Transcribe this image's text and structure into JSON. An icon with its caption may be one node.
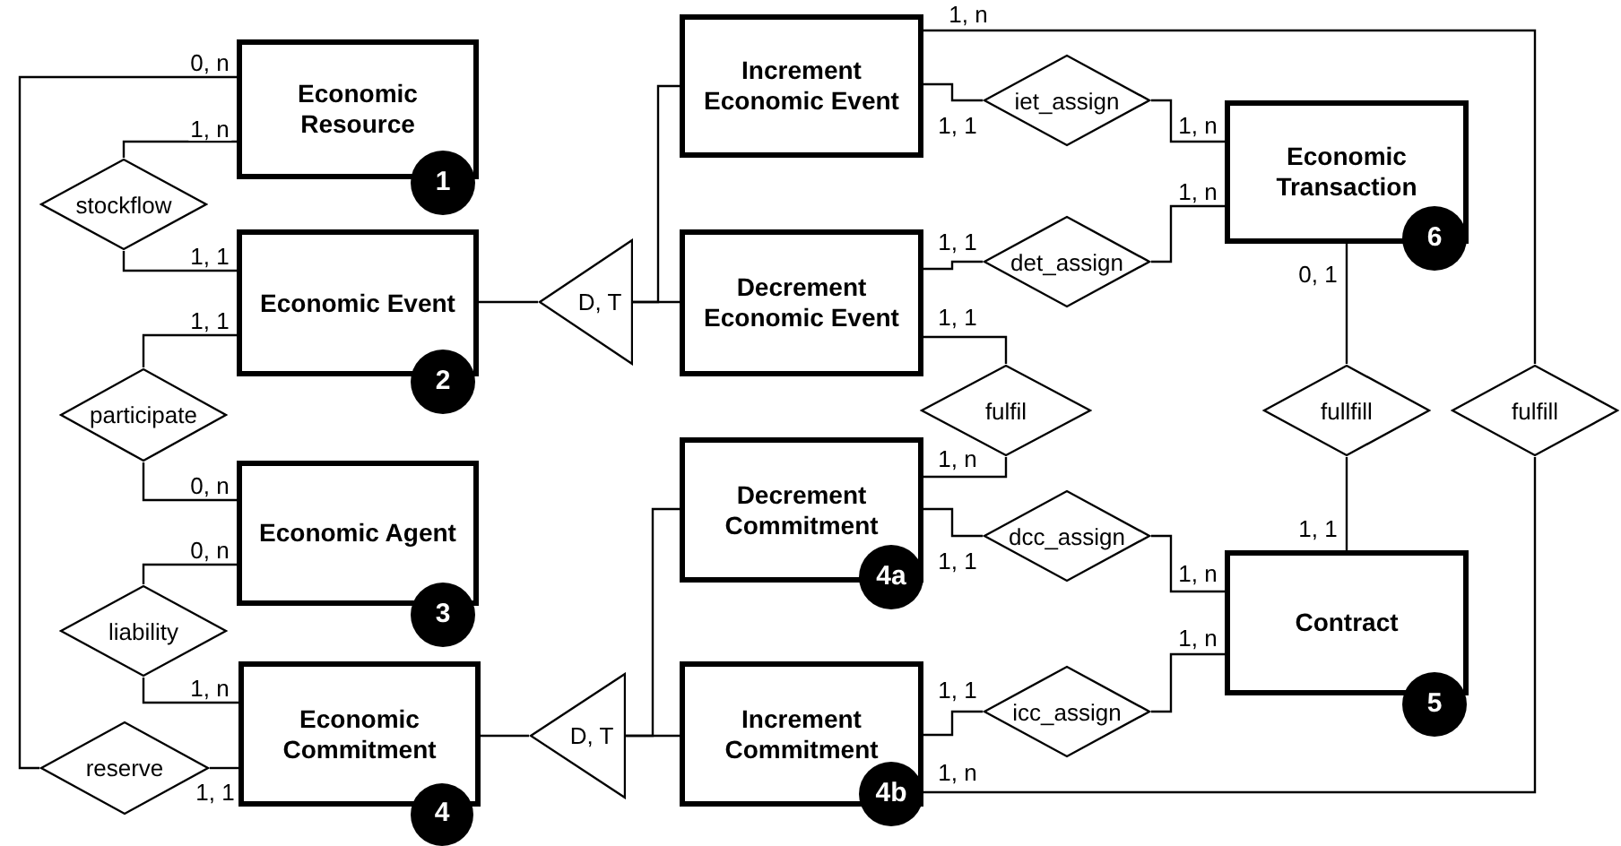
{
  "diagram": {
    "nodes": [
      {
        "text": [
          "Economic Resource"
        ]
      },
      {
        "text": [
          "1"
        ]
      },
      {
        "text": [
          "stockflow"
        ]
      },
      {
        "text": [
          "Economic Event"
        ]
      },
      {
        "text": [
          "2"
        ]
      },
      {
        "text": [
          "participate"
        ]
      },
      {
        "text": [
          "Economic Agent"
        ]
      },
      {
        "text": [
          "3"
        ]
      },
      {
        "text": [
          "liability"
        ]
      },
      {
        "text": [
          "Economic Commitment"
        ]
      },
      {
        "text": [
          "4"
        ]
      },
      {
        "text": [
          "reserve"
        ]
      },
      {
        "text": [
          "D, T"
        ]
      },
      {
        "text": [
          "Increment Economic Event"
        ]
      },
      {
        "text": [
          "Decrement Economic Event"
        ]
      },
      {
        "text": [
          "iet_assign"
        ]
      },
      {
        "text": [
          "det_assign"
        ]
      },
      {
        "text": [
          "fulfil"
        ]
      },
      {
        "text": [
          "D, T"
        ]
      },
      {
        "text": [
          "Decrement Commitment"
        ]
      },
      {
        "text": [
          "4a"
        ]
      },
      {
        "text": [
          "dcc_assign"
        ]
      },
      {
        "text": [
          "Increment Commitment"
        ]
      },
      {
        "text": [
          "4b"
        ]
      },
      {
        "text": [
          "icc_assign"
        ]
      },
      {
        "text": [
          "Economic Transaction"
        ]
      },
      {
        "text": [
          "6"
        ]
      },
      {
        "text": [
          "fullfill"
        ]
      },
      {
        "text": [
          "fulfill"
        ]
      },
      {
        "text": [
          "Contract"
        ]
      },
      {
        "text": [
          "5"
        ]
      }
    ],
    "edges": [
      {
        "from": 2,
        "to": 0,
        "arrow": "none",
        "label": "1, n"
      },
      {
        "from": 2,
        "to": 3,
        "arrow": "none",
        "label": "1, 1"
      },
      {
        "from": 5,
        "to": 3,
        "arrow": "none",
        "label": "1, 1"
      },
      {
        "from": 5,
        "to": 6,
        "arrow": "none",
        "label": "0, n"
      },
      {
        "from": 8,
        "to": 6,
        "arrow": "none",
        "label": "0, n"
      },
      {
        "from": 8,
        "to": 9,
        "arrow": "none",
        "label": "1, n"
      },
      {
        "from": 11,
        "to": 0,
        "arrow": "none",
        "label": "0, n"
      },
      {
        "from": 11,
        "to": 9,
        "arrow": "none",
        "label": "1, 1"
      },
      {
        "from": 3,
        "to": 12,
        "arrow": "none"
      },
      {
        "from": 12,
        "to": 13,
        "arrow": "none"
      },
      {
        "from": 12,
        "to": 14,
        "arrow": "none"
      },
      {
        "from": 15,
        "to": 13,
        "arrow": "none",
        "label": "1, 1"
      },
      {
        "from": 15,
        "to": 25,
        "arrow": "none",
        "label": "1, n"
      },
      {
        "from": 16,
        "to": 14,
        "arrow": "none",
        "label": "1, 1"
      },
      {
        "from": 16,
        "to": 25,
        "arrow": "none",
        "label": "1, n"
      },
      {
        "from": 17,
        "to": 14,
        "arrow": "none",
        "label": "1, 1"
      },
      {
        "from": 17,
        "to": 19,
        "arrow": "none",
        "label": "1, n"
      },
      {
        "from": 9,
        "to": 18,
        "arrow": "none"
      },
      {
        "from": 18,
        "to": 19,
        "arrow": "none"
      },
      {
        "from": 18,
        "to": 22,
        "arrow": "none"
      },
      {
        "from": 21,
        "to": 19,
        "arrow": "none",
        "label": "1, 1"
      },
      {
        "from": 21,
        "to": 29,
        "arrow": "none",
        "label": "1, n"
      },
      {
        "from": 24,
        "to": 22,
        "arrow": "none",
        "label": "1, 1"
      },
      {
        "from": 24,
        "to": 29,
        "arrow": "none",
        "label": "1, n"
      },
      {
        "from": 27,
        "to": 25,
        "arrow": "none",
        "label": "0, 1"
      },
      {
        "from": 27,
        "to": 29,
        "arrow": "none",
        "label": "1, 1"
      },
      {
        "from": 28,
        "to": 13,
        "arrow": "none",
        "label": "1, n"
      },
      {
        "from": 28,
        "to": 22,
        "arrow": "none",
        "label": "1, n"
      }
    ]
  }
}
